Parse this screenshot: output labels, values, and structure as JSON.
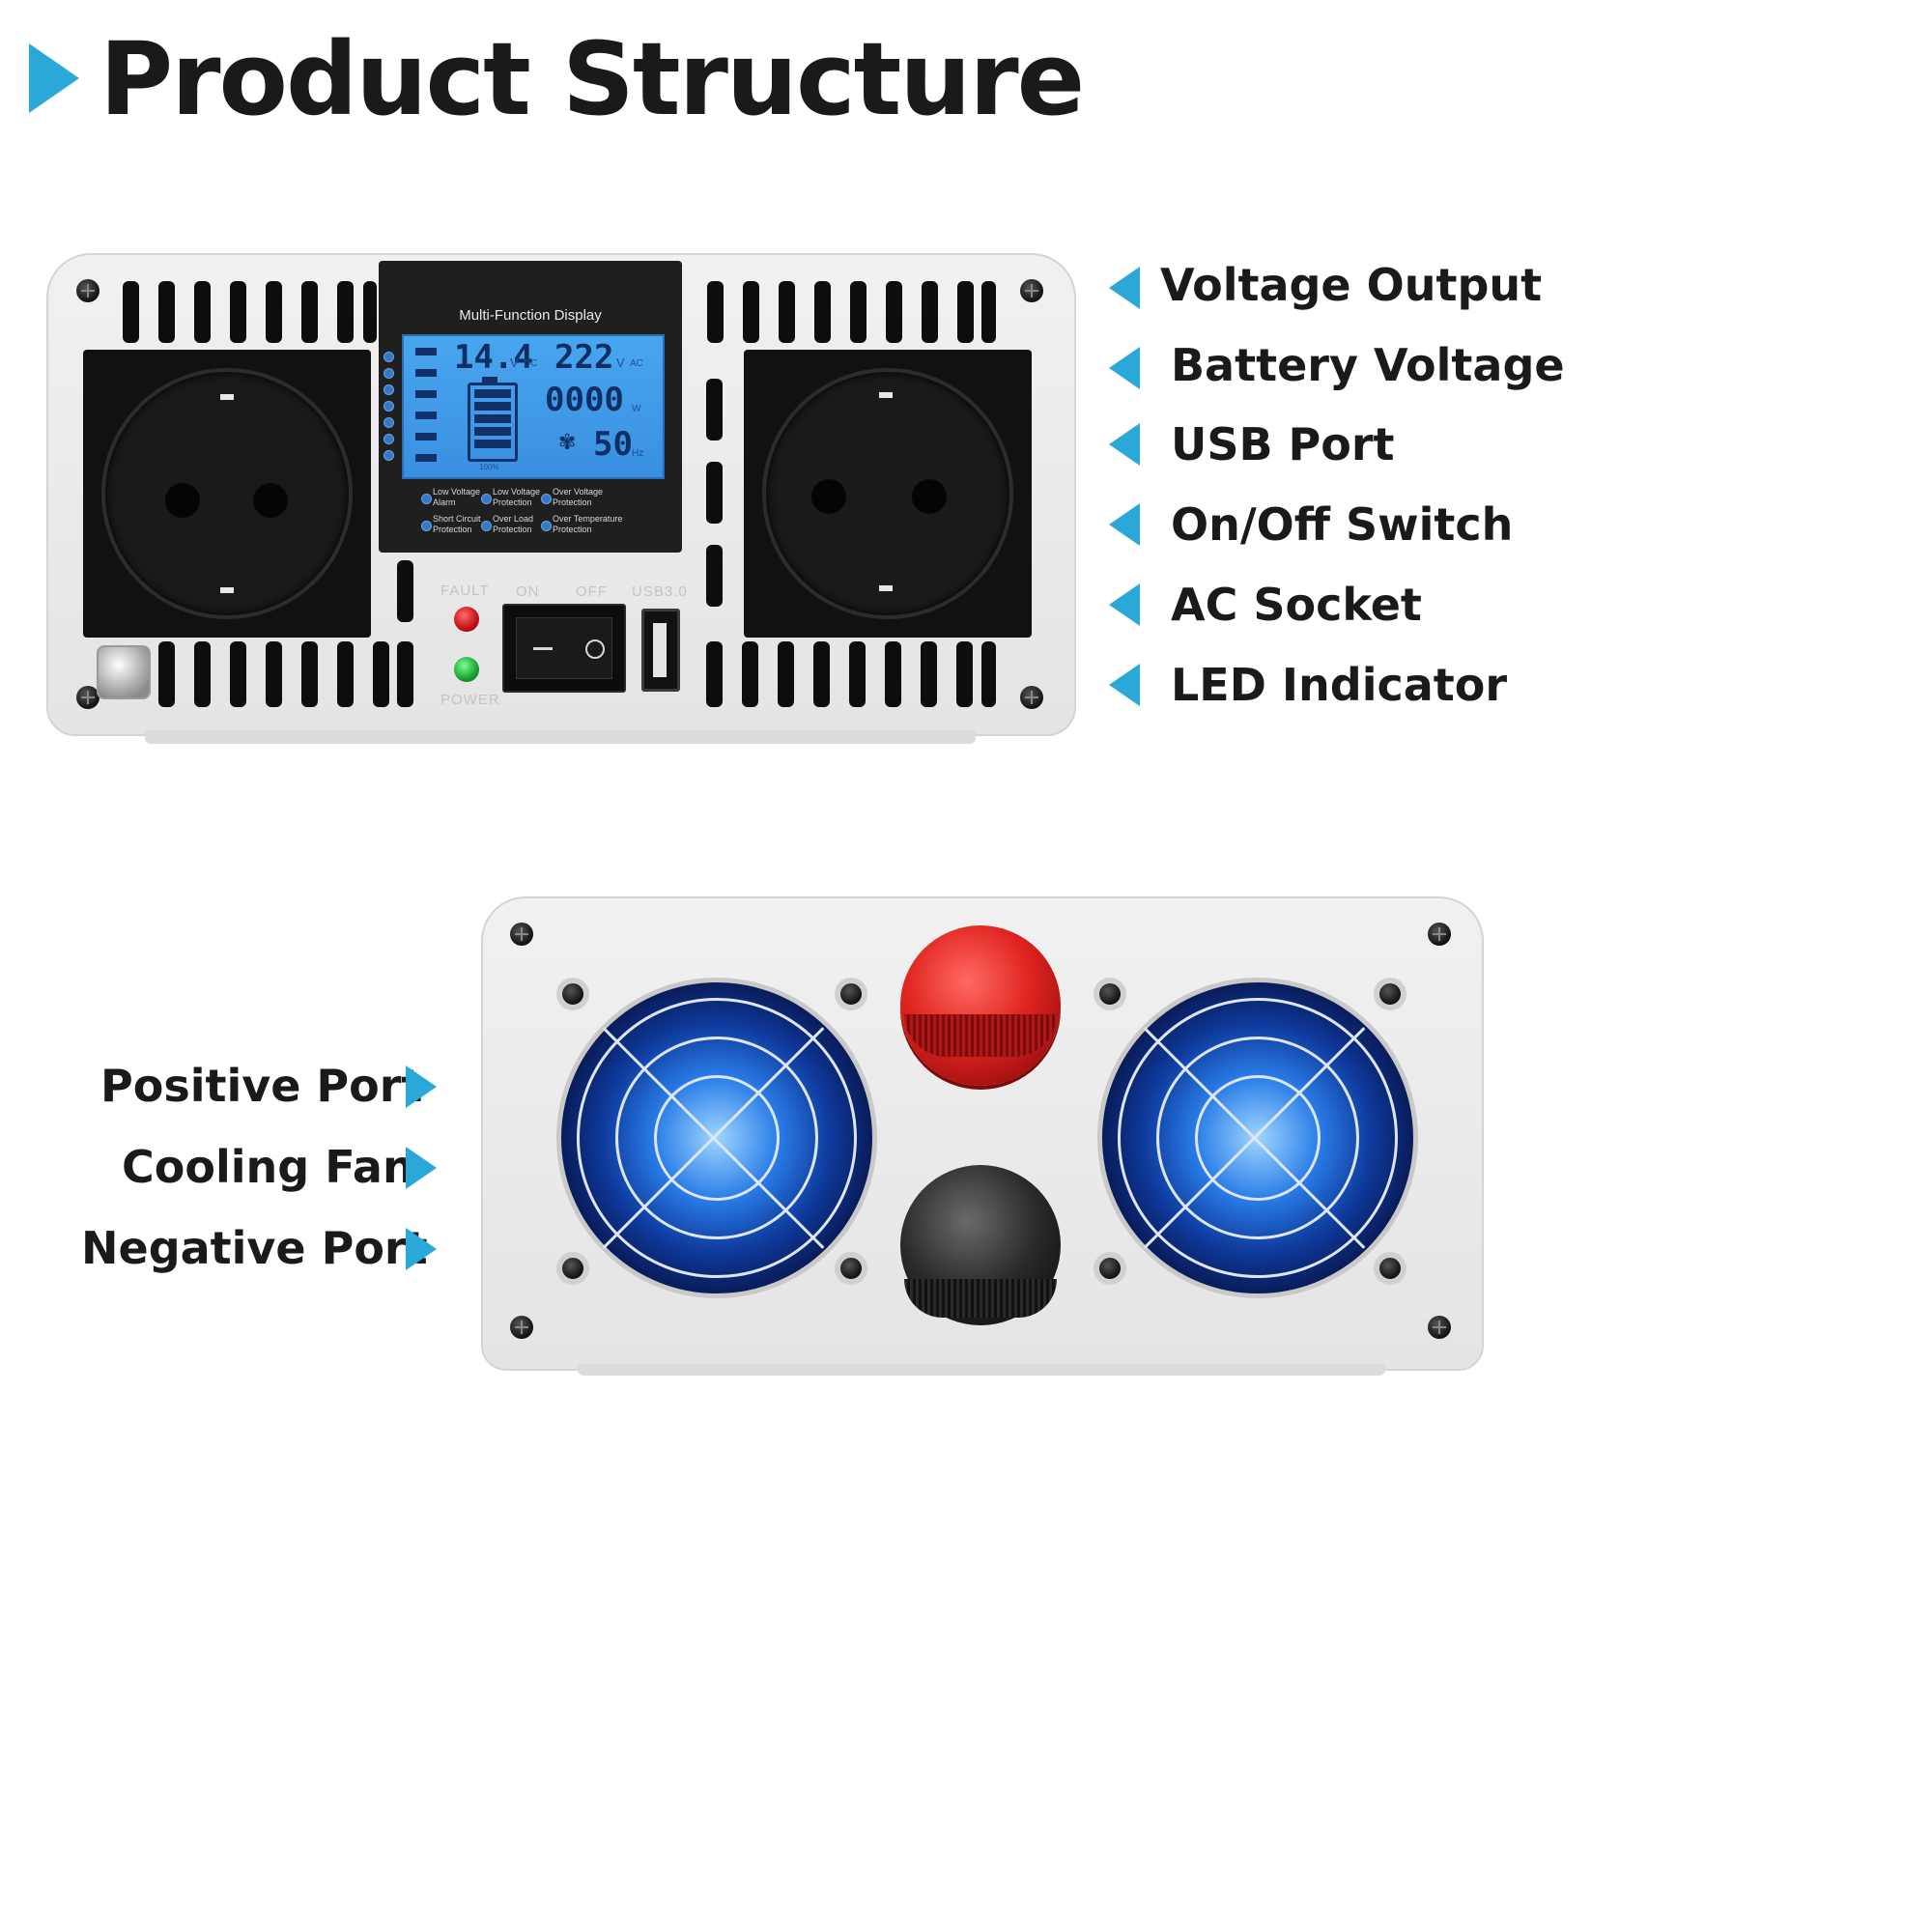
{
  "title": "Product Structure",
  "front_labels": [
    "Voltage Output",
    "Battery Voltage",
    "USB Port",
    "On/Off Switch",
    "AC Socket",
    "LED Indicator"
  ],
  "rear_labels": [
    "Positive Port",
    "Cooling Fan",
    "Negative Port"
  ],
  "display": {
    "title": "Multi-Function Display",
    "dc_voltage": "14.4",
    "dc_unit": "V",
    "dc_suffix": "DC",
    "ac_voltage": "222",
    "ac_unit": "V",
    "ac_suffix": "AC",
    "power": "0000",
    "power_unit": "W",
    "frequency": "50",
    "frequency_unit": "Hz",
    "battery_level": "100%",
    "fan_icon": "fan-icon",
    "indicators": [
      [
        "Low Voltage",
        "Alarm"
      ],
      [
        "Low Voltage",
        "Protection"
      ],
      [
        "Over Voltage",
        "Protection"
      ],
      [
        "Short Circuit",
        "Protection"
      ],
      [
        "Over Load",
        "Protection"
      ],
      [
        "Over Temperature",
        "Protection"
      ]
    ]
  },
  "panel": {
    "fault": "FAULT",
    "power": "POWER",
    "on": "ON",
    "off": "OFF",
    "usb": "USB3.0"
  },
  "colors": {
    "accent": "#2aa9d8",
    "lcd": "#48a6ee",
    "led_fault": "#c8161b",
    "led_power": "#1fa83a",
    "positive_terminal": "#d82020",
    "negative_terminal": "#2a2a2a"
  }
}
